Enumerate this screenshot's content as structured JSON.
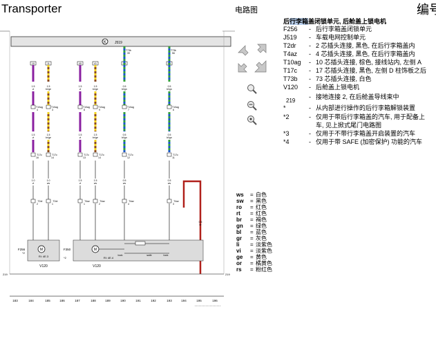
{
  "header": {
    "title": "Transporter",
    "diagram_label": "电路图",
    "right_label": "编号"
  },
  "diagram": {
    "control_unit": "J519",
    "k_symbol": "K",
    "bottom_ref": "219",
    "columns": [
      "183",
      "184",
      "185",
      "186",
      "187",
      "188",
      "189",
      "190",
      "191",
      "192",
      "193",
      "194",
      "195",
      "196"
    ],
    "wires": [
      {
        "top_pin": "10",
        "top_conn": "T73b",
        "size": "1.5",
        "color": "vi",
        "wire_color": "#8a1fa0",
        "connA": "T10ag",
        "pinA": "4",
        "connB": "T17c",
        "pinB": "16",
        "bottom_size": "1.0",
        "bottom_color": "vi",
        "end_conn": "T2dr",
        "end_pin": "2"
      },
      {
        "top_pin": "11",
        "top_conn": "T73b",
        "size": "1.5",
        "color": "br/ge",
        "wire_color": "#8b4a1e",
        "stripe": "#f2d21a",
        "connA": "T10ag",
        "pinA": "3",
        "connB": "T17c",
        "pinB": "14",
        "bottom_size": "1.0",
        "bottom_color": "ws",
        "end_conn": "T2dr",
        "end_pin": "1"
      },
      {
        "top_pin": "40",
        "top_conn": "T73b",
        "size": "1.5",
        "color": "vi",
        "wire_color": "#8a1fa0",
        "connA": "T10ag",
        "pinA": "8",
        "connB": "T17c",
        "pinB": "13",
        "bottom_size": "1.5",
        "bottom_color": "vi",
        "end_conn": "T4az",
        "end_pin": "1"
      },
      {
        "top_pin": "41",
        "top_conn": "T73b",
        "size": "1.5",
        "color": "br/ge",
        "wire_color": "#8b4a1e",
        "stripe": "#f2d21a",
        "connA": "T10ag",
        "pinA": "9",
        "connB": "T17c",
        "pinB": "14",
        "bottom_size": "1.5",
        "bottom_color": "ws",
        "end_conn": "T4az",
        "end_pin": "2"
      },
      {
        "top_pin": "39",
        "top_conn": "T73b",
        "size": "0.5",
        "color": "bl/gn",
        "wire_color": "#1a55c8",
        "stripe": "#2e9e3a",
        "connA": "T10ag",
        "pinA": "7",
        "connB": "T17c",
        "pinB": "12",
        "bottom_size": "0.5",
        "bottom_color": "ws",
        "end_conn": "T4az",
        "end_pin": "4"
      },
      {
        "top_pin": "56",
        "top_conn": "T73b",
        "size": "0.5",
        "color": "bl/gn",
        "wire_color": "#1a55c8",
        "stripe": "#2e9e3a",
        "connA": "T10ag",
        "pinA": "6",
        "connB": "T17c",
        "pinB": "11",
        "bottom_size": "0.5",
        "bottom_color": "ws",
        "end_conn": "T4az",
        "end_pin": "3"
      }
    ],
    "ground_wire": {
      "size": "0.5",
      "color": "br",
      "wire_color": "#b0201a"
    },
    "components": [
      {
        "id": "F256",
        "label": "F256",
        "num": "*2",
        "rl": "Rl: 4E.3",
        "bottom_label": "V120"
      },
      {
        "id": "F350",
        "label": "F350",
        "num": "*2",
        "rl": "Rl: 4E.4",
        "bottom_label": "V120"
      }
    ],
    "lock_labels": [
      "lock",
      "safe",
      "lock"
    ]
  },
  "legend": {
    "heading_pre": "后",
    "heading_hl": "行李箱",
    "heading_post": "盖闭锁单元, 后舱盖上锁电机",
    "items": [
      {
        "code": "F256",
        "desc": "后行李箱盖闭锁单元"
      },
      {
        "code": "J519",
        "desc": "车载电网控制单元"
      },
      {
        "code": "T2dr",
        "desc": "2 芯插头连接, 黑色, 在后行李箱盖内"
      },
      {
        "code": "T4az",
        "desc": "4 芯插头连接, 黑色, 在后行李箱盖内"
      },
      {
        "code": "T10ag",
        "desc": "10 芯插头连接, 棕色, 接线站内, 左侧 A"
      },
      {
        "code": "T17c",
        "desc": "17 芯插头连接, 黑色, 左侧 D 柱饰板之后"
      },
      {
        "code": "T73b",
        "desc": "73 芯插头连接, 白色"
      },
      {
        "code": "V120",
        "desc": "后舱盖上锁电机"
      },
      {
        "code": "219",
        "desc": "接地连接 2, 在后舱盖导线束中"
      },
      {
        "code": "*",
        "desc": "从内部进行操作的后行李箱解锁装置"
      },
      {
        "code": "*2",
        "desc": "仅用于带后行李箱盖的汽车, 用于配备上"
      },
      {
        "code": "",
        "desc": "车, 见上掀式尾门电路图"
      },
      {
        "code": "*3",
        "desc": "仅用于不带行李箱盖开启装置的汽车"
      },
      {
        "code": "*4",
        "desc": "仅用于带 SAFE (加密保护) 功能的汽车"
      }
    ]
  },
  "wire_colors": [
    {
      "code": "ws",
      "name": "白色"
    },
    {
      "code": "sw",
      "name": "黑色"
    },
    {
      "code": "ro",
      "name": "红色"
    },
    {
      "code": "rt",
      "name": "红色"
    },
    {
      "code": "br",
      "name": "褐色"
    },
    {
      "code": "gn",
      "name": "绿色"
    },
    {
      "code": "bl",
      "name": "蓝色"
    },
    {
      "code": "gr",
      "name": "灰色"
    },
    {
      "code": "li",
      "name": "淡紫色"
    },
    {
      "code": "vi",
      "name": "淡紫色"
    },
    {
      "code": "ge",
      "name": "黄色"
    },
    {
      "code": "or",
      "name": "橘黄色"
    },
    {
      "code": "rs",
      "name": "粉红色"
    }
  ]
}
